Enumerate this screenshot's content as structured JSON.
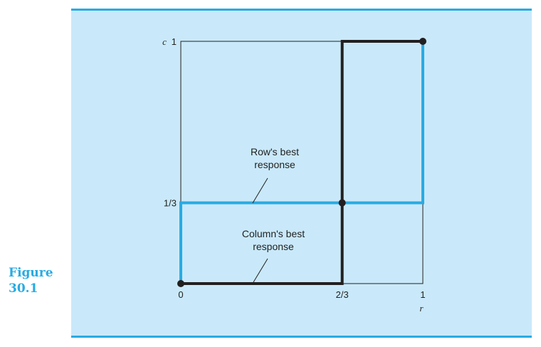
{
  "figure": {
    "label_word": "Figure",
    "label_number": "30.1"
  },
  "chart_data": {
    "type": "line",
    "xlabel": "r",
    "ylabel": "c",
    "xlim": [
      0,
      1
    ],
    "ylim": [
      0,
      1
    ],
    "x_ticks": [
      "0",
      "2/3",
      "1"
    ],
    "y_ticks": [
      "1/3",
      "1"
    ],
    "series": [
      {
        "name": "Row's best response",
        "color": "#29abe2",
        "points": [
          [
            0,
            0
          ],
          [
            0,
            0.3333
          ],
          [
            1,
            0.3333
          ],
          [
            1,
            1
          ]
        ]
      },
      {
        "name": "Column's best response",
        "color": "#231f20",
        "points": [
          [
            0,
            0
          ],
          [
            0.6667,
            0
          ],
          [
            0.6667,
            1
          ],
          [
            1,
            1
          ]
        ]
      }
    ],
    "intersections": [
      [
        0,
        0
      ],
      [
        0.6667,
        0.3333
      ],
      [
        1,
        1
      ]
    ],
    "annotations": [
      {
        "lines": [
          "Row's best",
          "response"
        ],
        "series": 0
      },
      {
        "lines": [
          "Column's best",
          "response"
        ],
        "series": 1
      }
    ],
    "grid": false
  }
}
